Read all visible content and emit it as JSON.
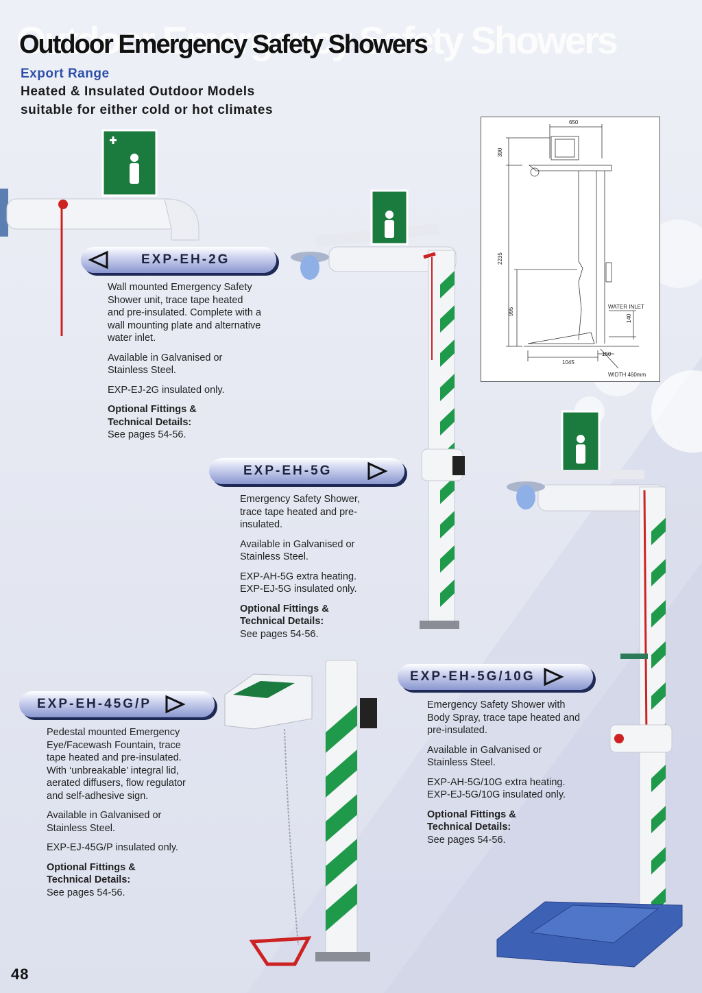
{
  "header": {
    "ghost_title": "Outdoor Emergency Safety Showers",
    "title": "Outdoor Emergency Safety Showers",
    "range": "Export Range",
    "line1": "Heated & Insulated Outdoor Models",
    "line2": "suitable for either cold or hot climates"
  },
  "diagram": {
    "dim_width": "650",
    "dim_top": "390",
    "dim_height": "2235",
    "dim_handle": "995",
    "water_inlet": "WATER INLET",
    "dim_inlet": "140",
    "dim_base": "150",
    "dim_length": "1045",
    "width_note": "WIDTH 460mm"
  },
  "products": [
    {
      "code": "EXP-EH-2G",
      "description": "Wall mounted Emergency Safety Shower unit, trace tape heated and pre-insulated. Complete with a wall mounting plate and alternative water inlet.",
      "availability": "Available in Galvanised or Stainless Steel.",
      "variants": "EXP-EJ-2G insulated only.",
      "optional_heading_1": "Optional Fittings &",
      "optional_heading_2": "Technical Details:",
      "pages": "See pages 54-56."
    },
    {
      "code": "EXP-EH-5G",
      "description": "Emergency Safety Shower, trace tape heated and pre-insulated.",
      "availability": "Available in Galvanised or Stainless Steel.",
      "variants_1": "EXP-AH-5G extra heating.",
      "variants_2": "EXP-EJ-5G insulated only.",
      "optional_heading_1": "Optional Fittings &",
      "optional_heading_2": "Technical Details:",
      "pages": "See pages 54-56."
    },
    {
      "code": "EXP-EH-45G/P",
      "description": "Pedestal mounted Emergency Eye/Facewash Fountain, trace tape heated and pre-insulated. With ‘unbreakable’ integral lid, aerated diffusers, flow regulator and self-adhesive sign.",
      "availability": "Available in Galvanised or Stainless Steel.",
      "variants": "EXP-EJ-45G/P insulated only.",
      "optional_heading_1": "Optional Fittings &",
      "optional_heading_2": "Technical Details:",
      "pages": "See pages 54-56."
    },
    {
      "code": "EXP-EH-5G/10G",
      "description": "Emergency Safety Shower with Body Spray, trace tape heated and pre-insulated.",
      "availability": "Available in Galvanised or Stainless Steel.",
      "variants_1": "EXP-AH-5G/10G extra heating.",
      "variants_2": "EXP-EJ-5G/10G insulated only.",
      "optional_heading_1": "Optional Fittings &",
      "optional_heading_2": "Technical Details:",
      "pages": "See pages 54-56."
    }
  ],
  "page_number": "48",
  "colors": {
    "accent_blue": "#2d4fa8",
    "pill_shadow": "#1e2a55",
    "stripe_green": "#1f9a4a",
    "pull_red": "#cc2222"
  }
}
